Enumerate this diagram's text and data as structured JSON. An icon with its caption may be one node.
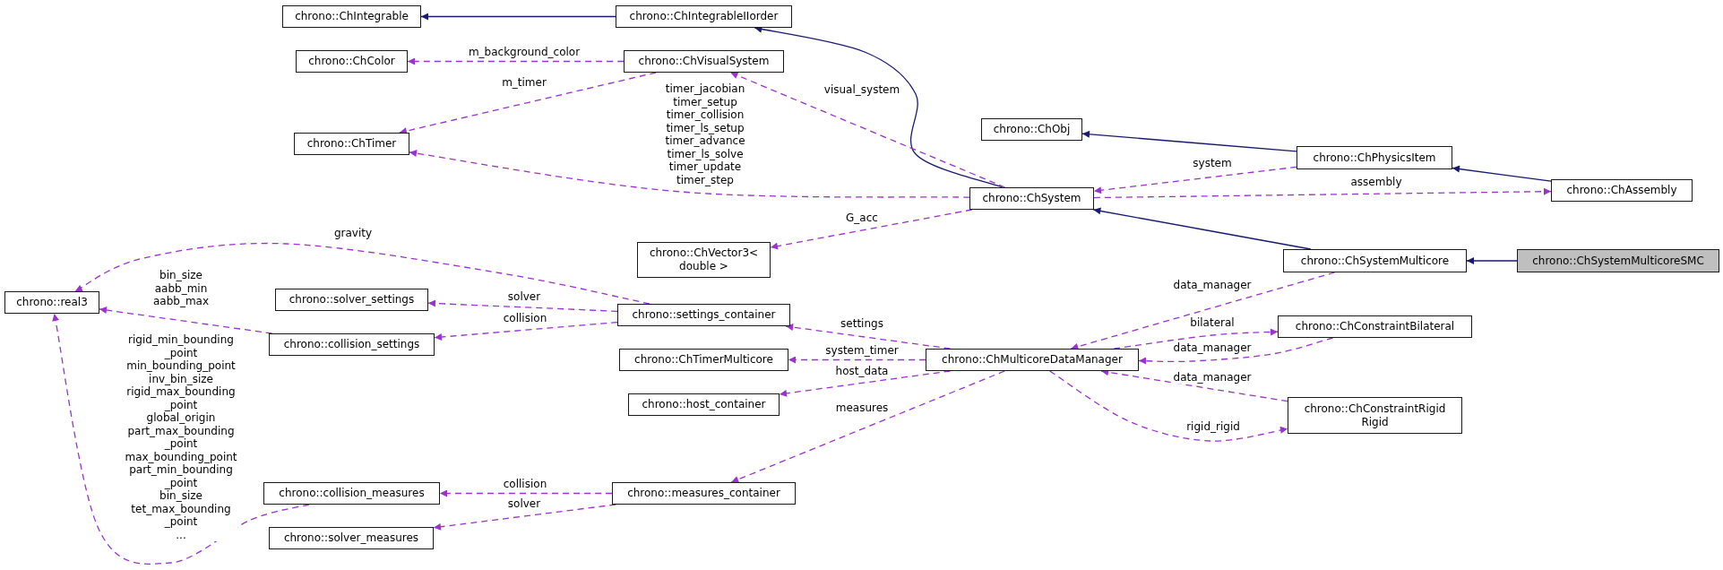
{
  "diagram": {
    "nodes": [
      {
        "text": [
          "chrono::ChIntegrable"
        ]
      },
      {
        "text": [
          "chrono::ChIntegrableIIorder"
        ]
      },
      {
        "text": [
          "chrono::ChColor"
        ]
      },
      {
        "text": [
          "chrono::ChVisualSystem"
        ]
      },
      {
        "text": [
          "chrono::ChTimer"
        ]
      },
      {
        "text": [
          "chrono::ChObj"
        ]
      },
      {
        "text": [
          "chrono::ChSystem"
        ]
      },
      {
        "text": [
          "chrono::ChPhysicsItem"
        ]
      },
      {
        "text": [
          "chrono::ChAssembly"
        ]
      },
      {
        "text": [
          "chrono::ChVector3< double >"
        ]
      },
      {
        "text": [
          "chrono::ChSystemMulticore"
        ]
      },
      {
        "text": [
          "chrono::ChSystemMulticoreSMC"
        ]
      },
      {
        "text": [
          "chrono::real3"
        ]
      },
      {
        "text": [
          "chrono::solver_settings"
        ]
      },
      {
        "text": [
          "chrono::settings_container"
        ]
      },
      {
        "text": [
          "chrono::collision_settings"
        ]
      },
      {
        "text": [
          "chrono::ChTimerMulticore"
        ]
      },
      {
        "text": [
          "chrono::ChMulticoreDataManager"
        ]
      },
      {
        "text": [
          "chrono::ChConstraintBilateral"
        ]
      },
      {
        "text": [
          "chrono::host_container"
        ]
      },
      {
        "text": [
          "chrono::ChConstraintRigid Rigid"
        ]
      },
      {
        "text": [
          "chrono::collision_measures"
        ]
      },
      {
        "text": [
          "chrono::measures_container"
        ]
      },
      {
        "text": [
          "chrono::solver_measures"
        ]
      }
    ],
    "edges": [
      {
        "from": 1,
        "to": 0,
        "arrow": "to",
        "color": "#191970"
      },
      {
        "from": 6,
        "to": 1,
        "arrow": "to",
        "color": "#191970"
      },
      {
        "from": 3,
        "to": 2,
        "arrow": "to",
        "label": "m_background_color",
        "style": "dashed",
        "color": "#9a32cd"
      },
      {
        "from": 3,
        "to": 4,
        "arrow": "to",
        "label": "m_timer",
        "style": "dashed",
        "color": "#9a32cd"
      },
      {
        "from": 6,
        "to": 4,
        "arrow": "to",
        "label": "timer_jacobian timer_setup timer_collision timer_ls_setup timer_advance timer_ls_solve timer_update timer_step",
        "style": "dashed",
        "color": "#9a32cd"
      },
      {
        "from": 6,
        "to": 3,
        "arrow": "to",
        "label": "visual_system",
        "style": "dashed",
        "color": "#9a32cd"
      },
      {
        "from": 7,
        "to": 5,
        "arrow": "to",
        "color": "#191970"
      },
      {
        "from": 7,
        "to": 6,
        "arrow": "to",
        "label": "system",
        "style": "dashed",
        "color": "#9a32cd"
      },
      {
        "from": 6,
        "to": 8,
        "arrow": "to",
        "label": "assembly",
        "style": "dashed",
        "color": "#9a32cd"
      },
      {
        "from": 8,
        "to": 7,
        "arrow": "to",
        "color": "#191970"
      },
      {
        "from": 6,
        "to": 9,
        "arrow": "to",
        "label": "G_acc",
        "style": "dashed",
        "color": "#9a32cd"
      },
      {
        "from": 10,
        "to": 6,
        "arrow": "to",
        "color": "#191970"
      },
      {
        "from": 11,
        "to": 10,
        "arrow": "to",
        "color": "#191970"
      },
      {
        "from": 14,
        "to": 12,
        "arrow": "to",
        "label": "gravity",
        "style": "dashed",
        "color": "#9a32cd"
      },
      {
        "from": 15,
        "to": 12,
        "arrow": "to",
        "label": "bin_size aabb_min aabb_max",
        "style": "dashed",
        "color": "#9a32cd"
      },
      {
        "from": 14,
        "to": 13,
        "arrow": "to",
        "label": "solver",
        "style": "dashed",
        "color": "#9a32cd"
      },
      {
        "from": 14,
        "to": 15,
        "arrow": "to",
        "label": "collision",
        "style": "dashed",
        "color": "#9a32cd"
      },
      {
        "from": 10,
        "to": 17,
        "arrow": "to",
        "label": "data_manager",
        "style": "dashed",
        "color": "#9a32cd"
      },
      {
        "from": 17,
        "to": 14,
        "arrow": "to",
        "label": "settings",
        "style": "dashed",
        "color": "#9a32cd"
      },
      {
        "from": 17,
        "to": 16,
        "arrow": "to",
        "label": "system_timer",
        "style": "dashed",
        "color": "#9a32cd"
      },
      {
        "from": 17,
        "to": 19,
        "arrow": "to",
        "label": "host_data",
        "style": "dashed",
        "color": "#9a32cd"
      },
      {
        "from": 17,
        "to": 22,
        "arrow": "to",
        "label": "measures",
        "style": "dashed",
        "color": "#9a32cd"
      },
      {
        "from": 17,
        "to": 18,
        "arrow": "to",
        "label": "bilateral",
        "style": "dashed",
        "color": "#9a32cd"
      },
      {
        "from": 18,
        "to": 17,
        "arrow": "to",
        "label": "data_manager",
        "style": "dashed",
        "color": "#9a32cd"
      },
      {
        "from": 20,
        "to": 17,
        "arrow": "to",
        "label": "data_manager",
        "style": "dashed",
        "color": "#9a32cd"
      },
      {
        "from": 17,
        "to": 20,
        "arrow": "to",
        "label": "rigid_rigid",
        "style": "dashed",
        "color": "#9a32cd"
      },
      {
        "from": 21,
        "to": 12,
        "arrow": "to",
        "label": "rigid_min_bounding _point min_bounding_point inv_bin_size rigid_max_bounding _point global_origin part_max_bounding _point max_bounding_point part_min_bounding _point bin_size tet_max_bounding _point ...",
        "style": "dashed",
        "color": "#9a32cd"
      },
      {
        "from": 22,
        "to": 21,
        "arrow": "to",
        "label": "collision",
        "style": "dashed",
        "color": "#9a32cd"
      },
      {
        "from": 22,
        "to": 23,
        "arrow": "to",
        "label": "solver",
        "style": "dashed",
        "color": "#9a32cd"
      }
    ]
  }
}
